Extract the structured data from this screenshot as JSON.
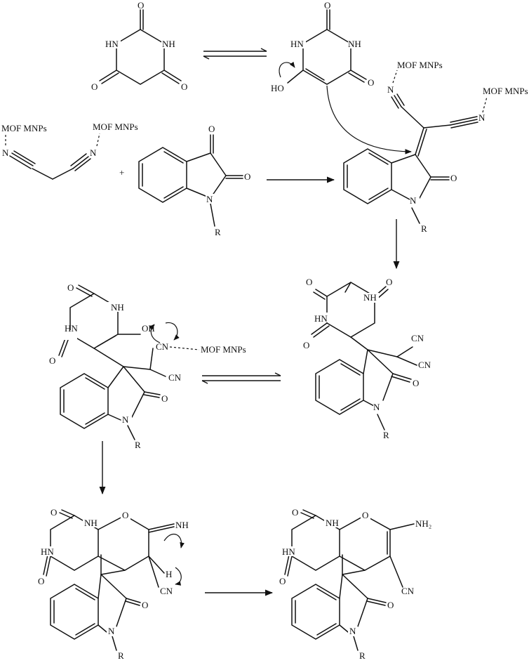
{
  "scheme": {
    "mof": "MOF MNPs",
    "plus": "+",
    "labels": {
      "O": "O",
      "NH": "NH",
      "HN": "HN",
      "N": "N",
      "R": "R",
      "HO": "HO",
      "OH": "OH",
      "CN": "CN",
      "H": "H",
      "NH_imine": "NH",
      "NH2": "NH₂"
    }
  }
}
